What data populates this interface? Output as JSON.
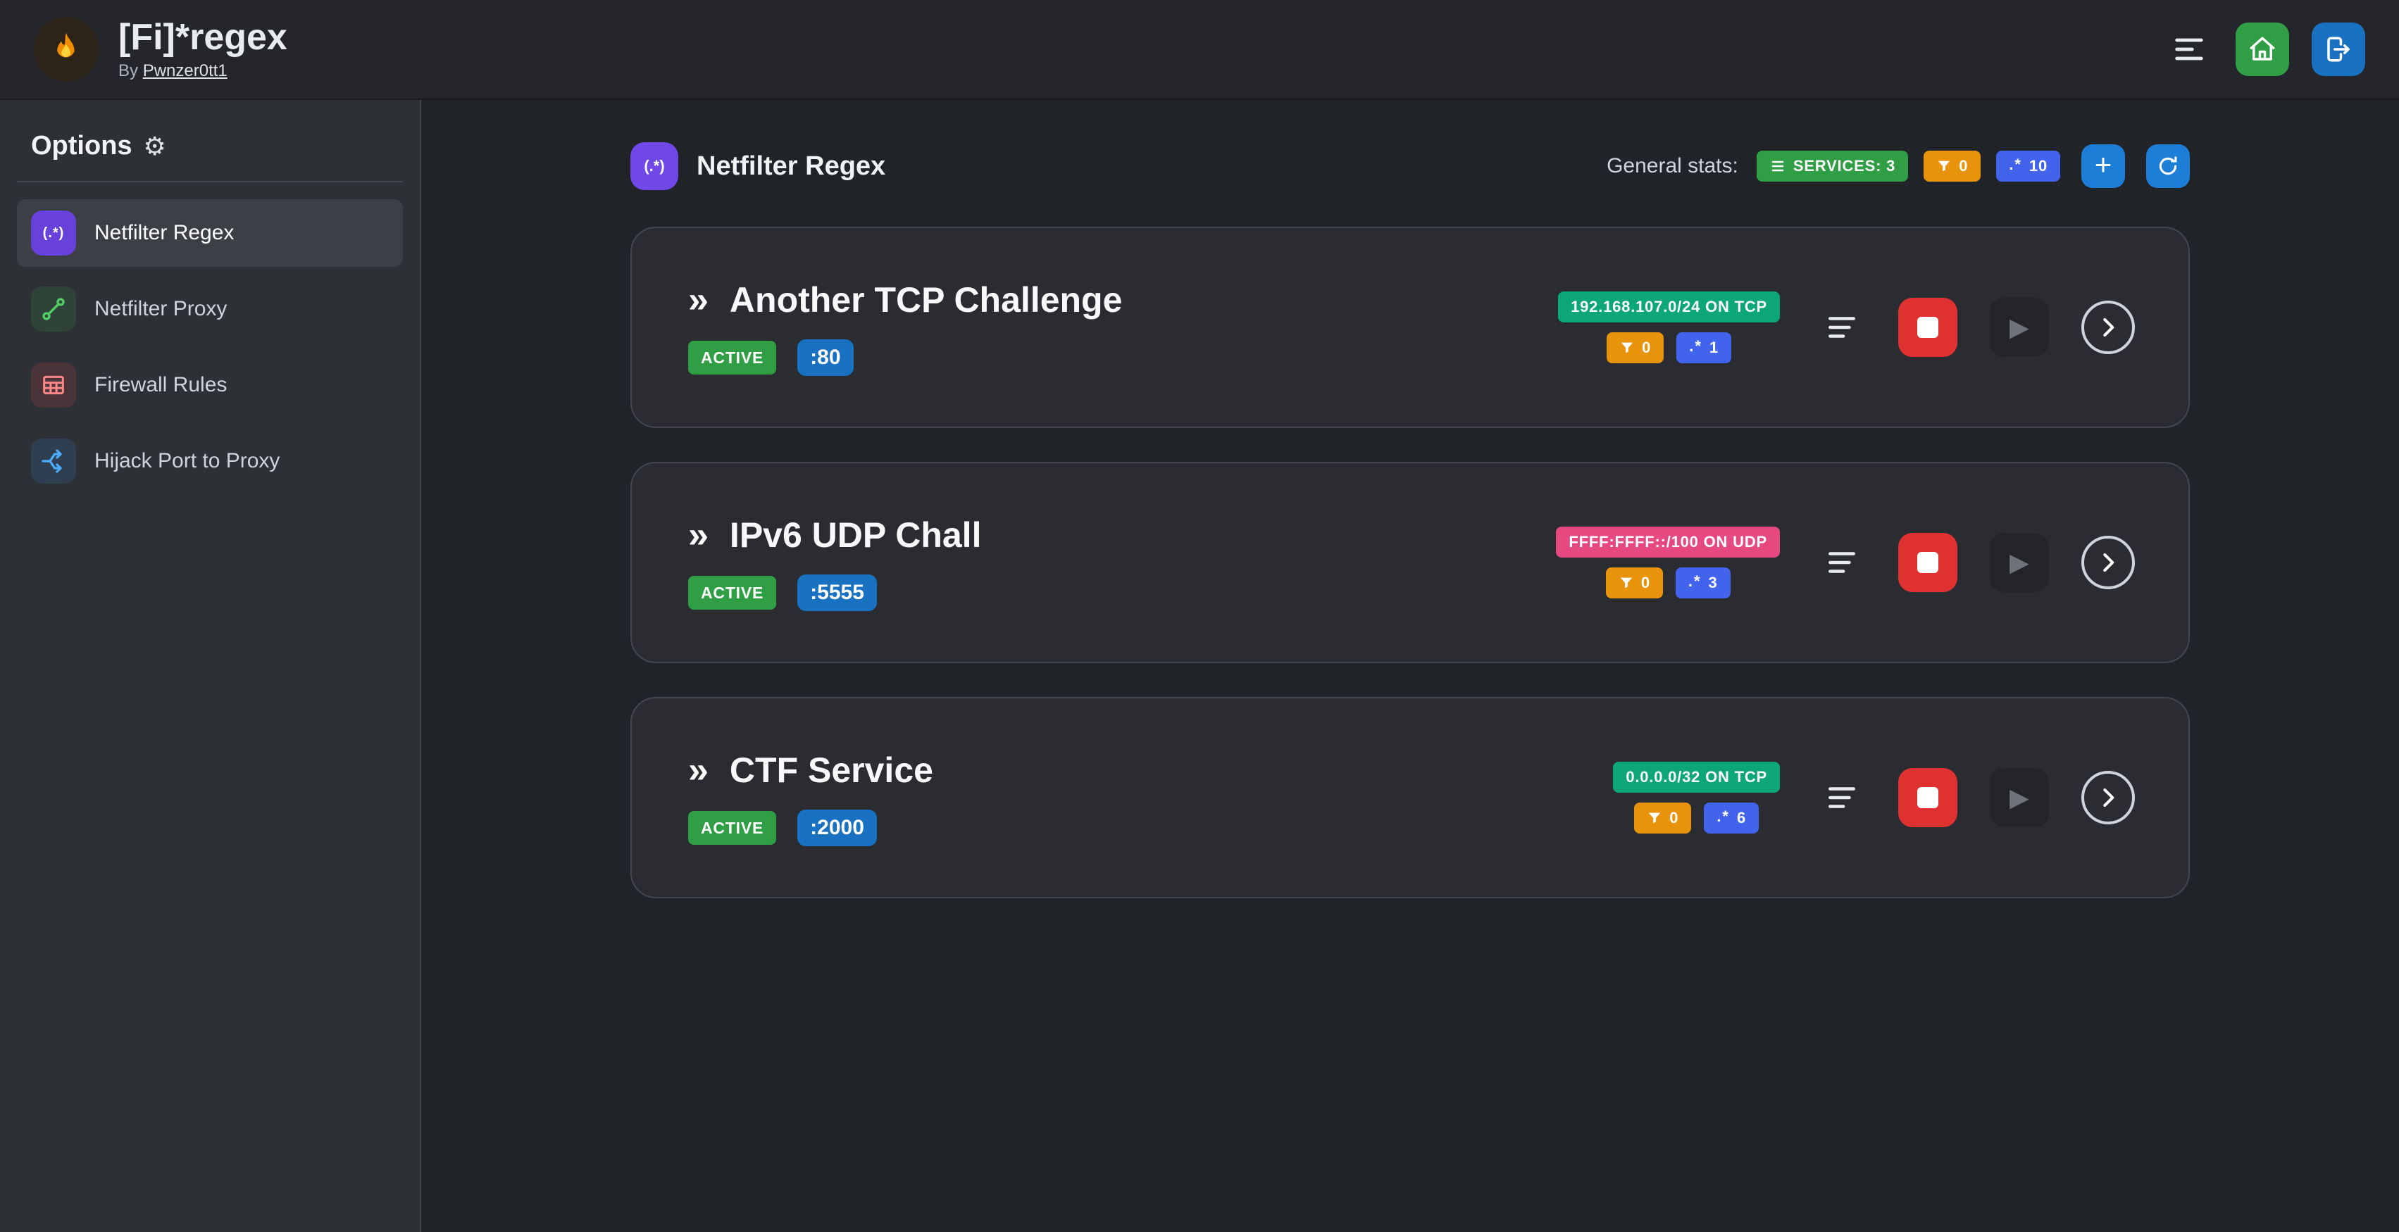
{
  "colors": {
    "green": "#2f9e44",
    "blue": "#1971c2",
    "light_blue": "#1c7ed6",
    "orange": "#e8930c",
    "indigo": "#4263eb",
    "violet": "#6741d9",
    "red": "#e03131",
    "teal": "#0ca678",
    "pink": "#e64980"
  },
  "icons": {
    "regex_paren": "(.*)",
    "regex_glyph": ".*",
    "gear": "⚙",
    "double_chevron": "»",
    "play": "▶",
    "plus": "+"
  },
  "header": {
    "title": "[Fi]*regex",
    "by": "By",
    "author": "Pwnzer0tt1"
  },
  "sidebar": {
    "title": "Options",
    "items": [
      {
        "label": "Netfilter Regex"
      },
      {
        "label": "Netfilter Proxy"
      },
      {
        "label": "Firewall Rules"
      },
      {
        "label": "Hijack Port to Proxy"
      }
    ]
  },
  "main": {
    "title": "Netfilter Regex",
    "stats_label": "General stats:",
    "services_badge": "SERVICES: 3",
    "filters_count": "0",
    "regex_count": "10"
  },
  "services": [
    {
      "name": "Another TCP Challenge",
      "status": "ACTIVE",
      "port": ":80",
      "target": "192.168.107.0/24 ON TCP",
      "target_color": "#0ca678",
      "filters_count": "0",
      "regex_count": "1"
    },
    {
      "name": "IPv6 UDP Chall",
      "status": "ACTIVE",
      "port": ":5555",
      "target": "FFFF:FFFF::/100 ON UDP",
      "target_color": "#e64980",
      "filters_count": "0",
      "regex_count": "3"
    },
    {
      "name": "CTF Service",
      "status": "ACTIVE",
      "port": ":2000",
      "target": "0.0.0.0/32 ON TCP",
      "target_color": "#0ca678",
      "filters_count": "0",
      "regex_count": "6"
    }
  ]
}
